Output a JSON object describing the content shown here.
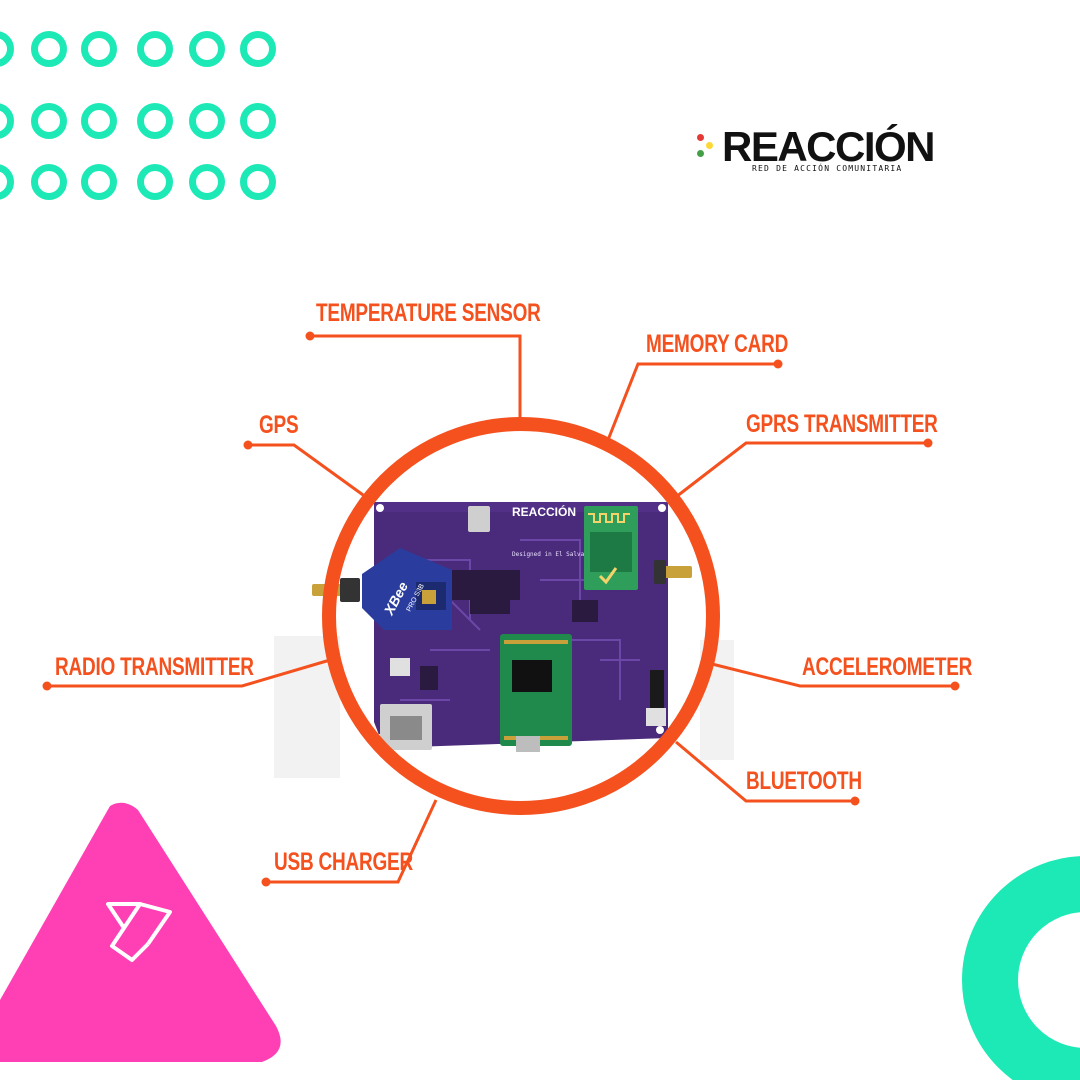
{
  "brand": {
    "name": "REACCIÓN",
    "tagline": "RED DE ACCIÓN COMUNITARIA",
    "mark_colors": [
      "#e53935",
      "#fdd835",
      "#43a047"
    ]
  },
  "diagram": {
    "labels": {
      "temperature_sensor": "TEMPERATURE SENSOR",
      "memory_card": "MEMORY CARD",
      "gps": "GPS",
      "gprs_transmitter": "GPRS TRANSMITTER",
      "radio_transmitter": "RADIO TRANSMITTER",
      "accelerometer": "ACCELEROMETER",
      "usb_charger": "USB CHARGER",
      "bluetooth": "BLUETOOTH"
    },
    "board": {
      "module_brand": "XBee",
      "module_model": "PRO S3B",
      "silkscreen_title": "REACCIÓN",
      "silkscreen_footer": "Designed in El Salvador"
    }
  },
  "colors": {
    "accent_orange": "#f4511e",
    "teal": "#1de9b6",
    "pink": "#ff3fb4",
    "board_purple": "#4a2a7a"
  },
  "icons": [
    "dots-pattern",
    "triangle-shape",
    "ring-shape",
    "brand-mark-icon"
  ]
}
